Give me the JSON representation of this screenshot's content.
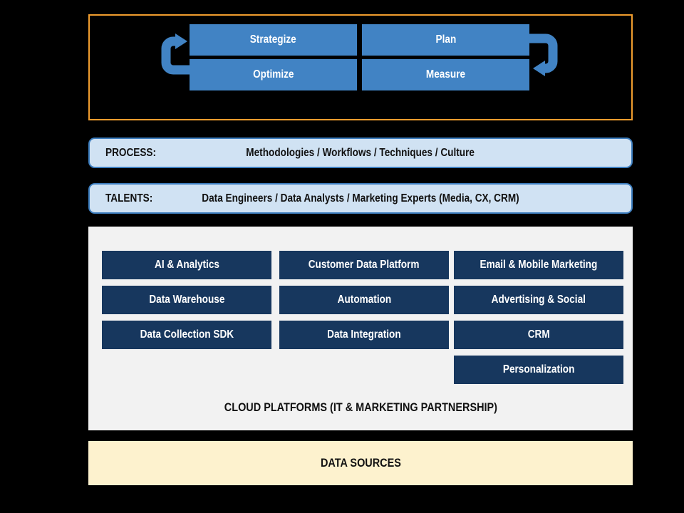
{
  "cycle": {
    "steps": [
      "Strategize",
      "Plan",
      "Optimize",
      "Measure"
    ]
  },
  "process_bar": {
    "label": "PROCESS:",
    "text": "Methodologies / Workflows / Techniques / Culture"
  },
  "talents_bar": {
    "label": "TALENTS:",
    "text": "Data Engineers / Data Analysts / Marketing Experts (Media, CX, CRM)"
  },
  "platforms": {
    "buttons": [
      "AI & Analytics",
      "Customer Data Platform",
      "Email & Mobile Marketing",
      "Data Warehouse",
      "Automation",
      "Advertising & Social",
      "Data Collection SDK",
      "Data Integration",
      "CRM",
      "Personalization"
    ],
    "caption": "CLOUD PLATFORMS (IT & MARKETING PARTNERSHIP)"
  },
  "data_sources": {
    "label": "DATA SOURCES"
  },
  "colors": {
    "background": "#000000",
    "cycle_border_orange": "#F09D2E",
    "cycle_blue": "#4183C4",
    "band_fill": "#D0E2F3",
    "band_border": "#3D7EBF",
    "platform_navy": "#17375E",
    "platform_panel_gray": "#F2F2F2",
    "data_sources_cream": "#FDF2CE",
    "text_dark": "#111111",
    "text_light": "#FFFFFF"
  }
}
